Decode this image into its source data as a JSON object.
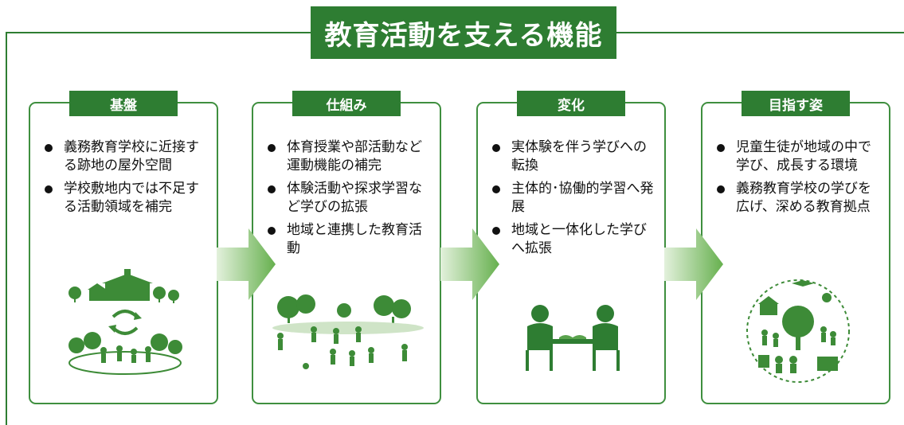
{
  "title": "教育活動を支える機能",
  "colors": {
    "primary": "#2e7d32",
    "arrow_light": "#e3f1dc",
    "arrow_dark": "#66b04e"
  },
  "cards": [
    {
      "label": "基盤",
      "items": [
        "義務教育学校に近接する跡地の屋外空間",
        "学校敷地内では不足する活動領域を補完"
      ],
      "illustration": "school-and-park-icon"
    },
    {
      "label": "仕組み",
      "items": [
        "体育授業や部活動など運動機能の補完",
        "体験活動や探求学習など学びの拡張",
        "地域と連携した教育活動"
      ],
      "illustration": "outdoor-activities-icon"
    },
    {
      "label": "変化",
      "items": [
        "実体験を伴う学びへの転換",
        "主体的･協働的学習へ発展",
        "地域と一体化した学びへ拡張"
      ],
      "illustration": "collaborative-learning-icon"
    },
    {
      "label": "目指す姿",
      "items": [
        "児童生徒が地域の中で学び、成長する環境",
        "義務教育学校の学びを広げ、深める教育拠点"
      ],
      "illustration": "community-learning-hub-icon"
    }
  ]
}
